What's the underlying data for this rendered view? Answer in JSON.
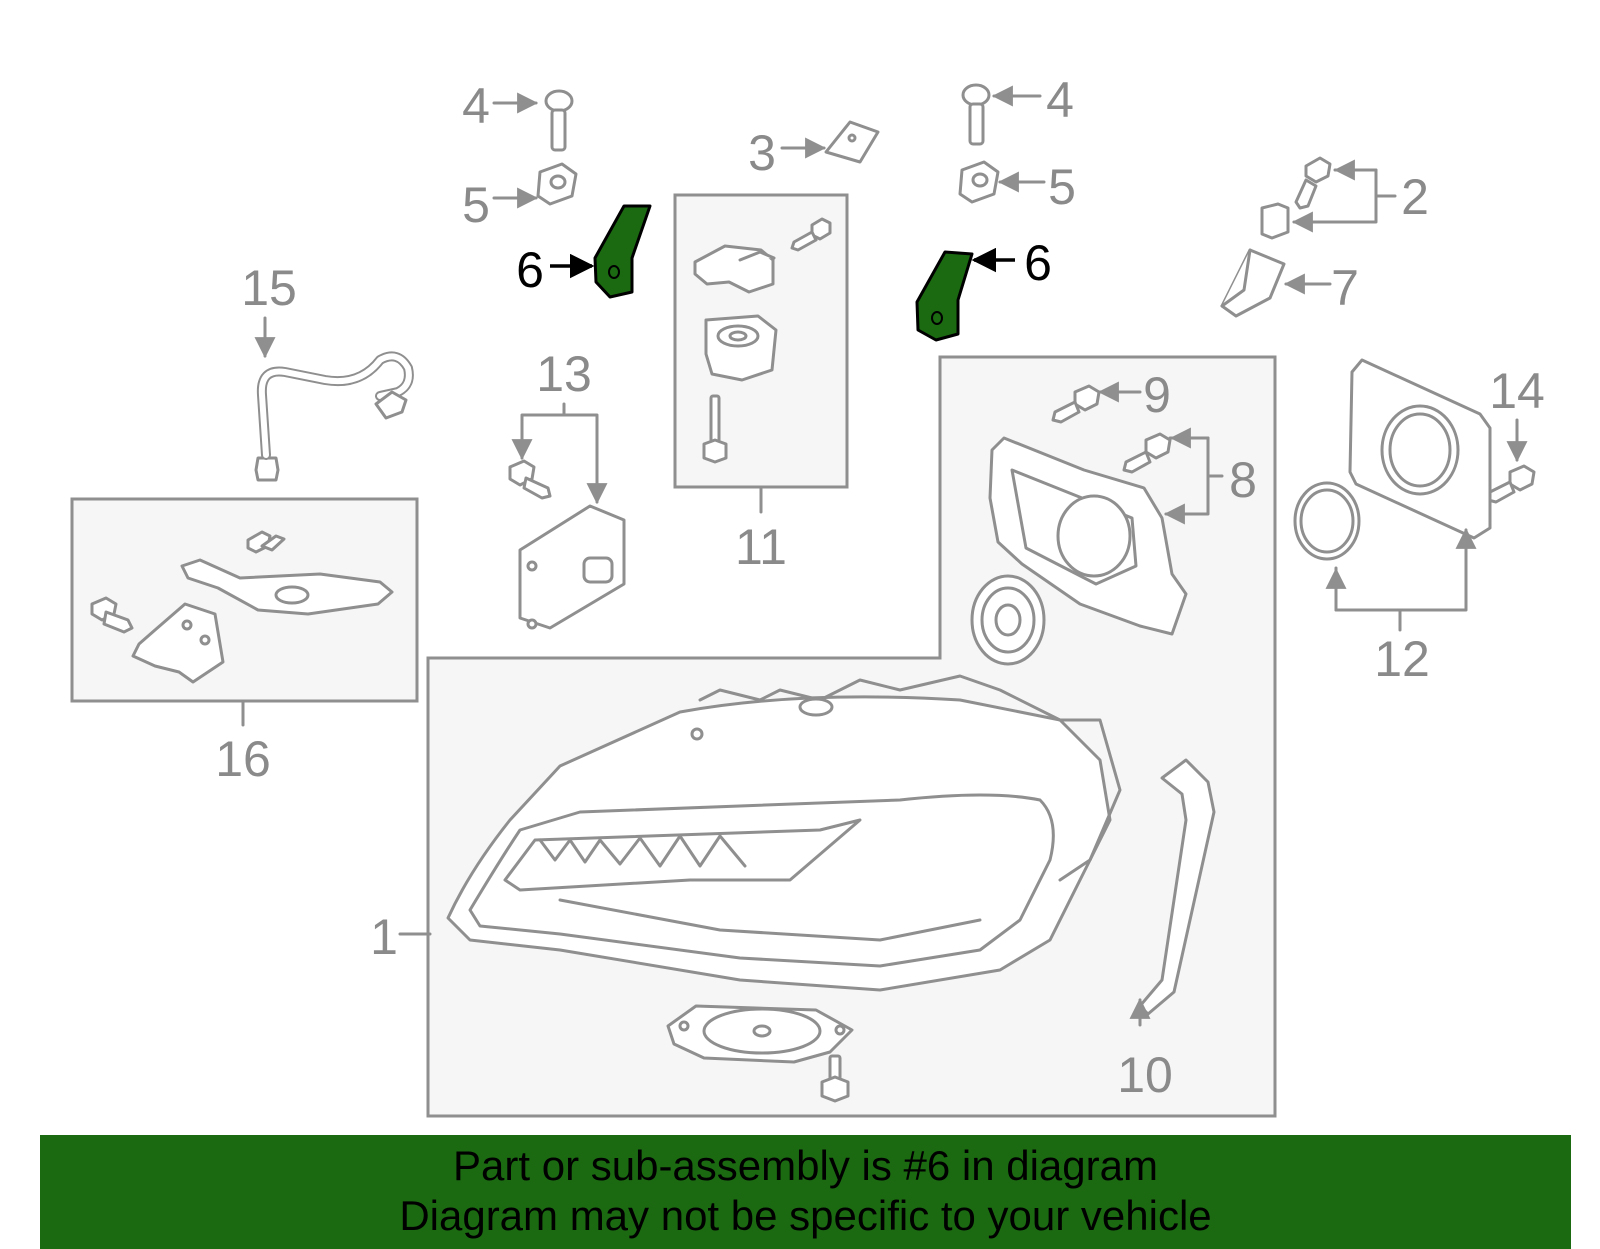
{
  "labels": {
    "p1": "1",
    "p2": "2",
    "p3": "3",
    "p4a": "4",
    "p4b": "4",
    "p5a": "5",
    "p5b": "5",
    "p6a": "6",
    "p6b": "6",
    "p7": "7",
    "p8": "8",
    "p9": "9",
    "p10": "10",
    "p11": "11",
    "p12": "12",
    "p13": "13",
    "p14": "14",
    "p15": "15",
    "p16": "16"
  },
  "highlight_color": "#1b6a12",
  "footer": {
    "line1": "Part or sub-assembly is #6 in diagram",
    "line2": "Diagram may not be specific to your vehicle"
  }
}
